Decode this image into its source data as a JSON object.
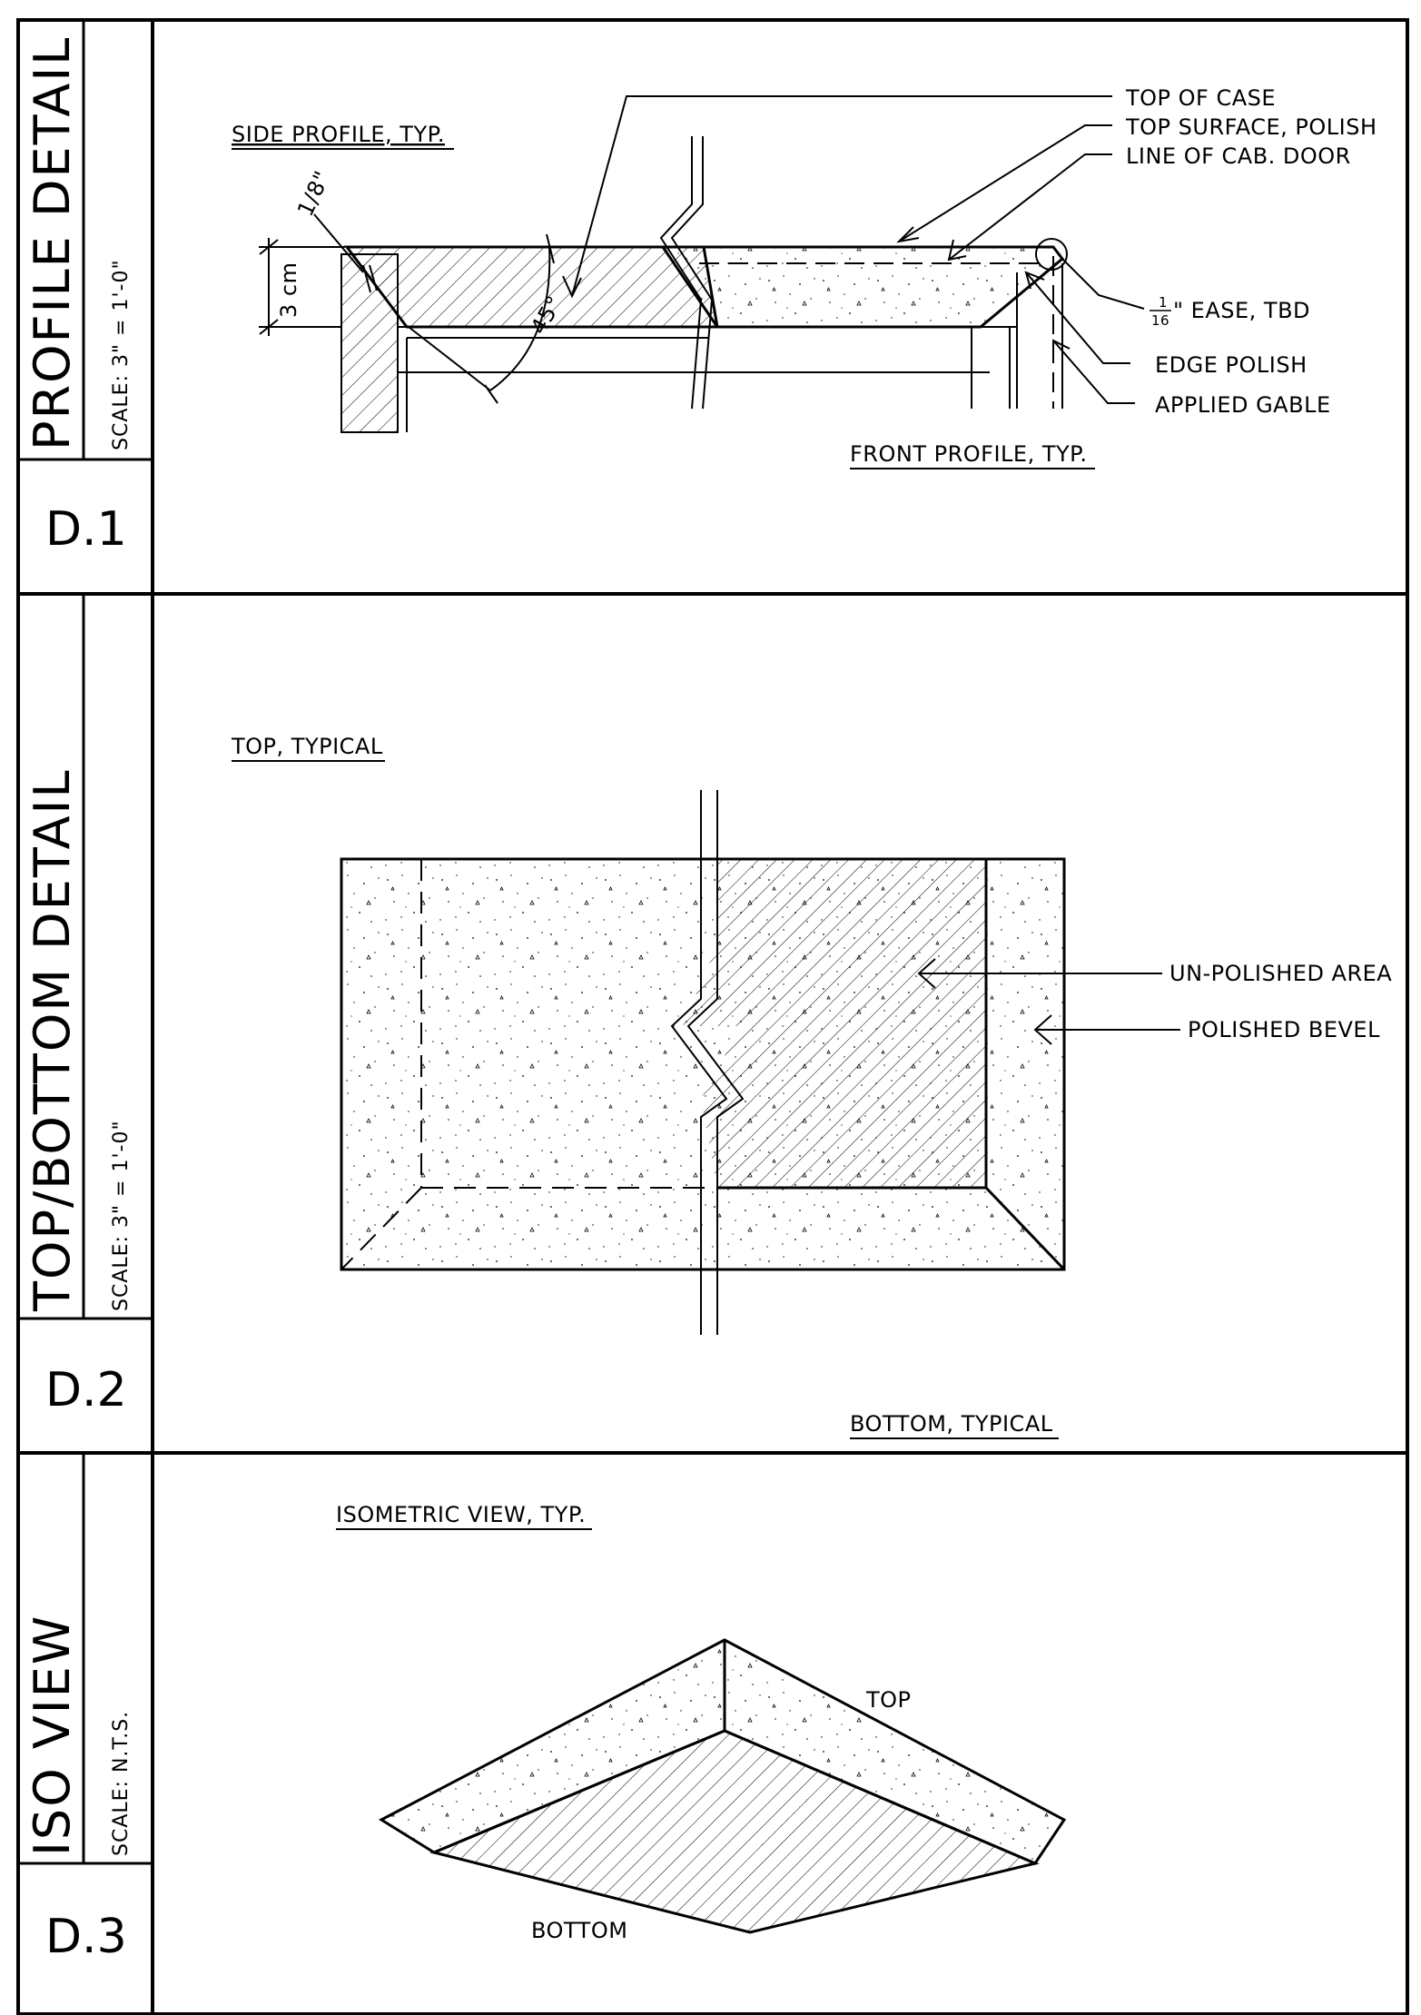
{
  "sheet": {
    "details": [
      {
        "id": "D.1",
        "title": "PROFILE DETAIL",
        "scale": "SCALE: 3\" = 1'-0\"",
        "labels": {
          "side_profile": "SIDE PROFILE, TYP.",
          "front_profile": "FRONT PROFILE, TYP.",
          "top_of_case": "TOP OF CASE",
          "top_surface": "TOP SURFACE, POLISH",
          "line_of_door": "LINE OF CAB. DOOR",
          "ease_num": "1",
          "ease_den": "16",
          "ease_text": "\" EASE, TBD",
          "edge_polish": "EDGE POLISH",
          "applied_gable": "APPLIED GABLE",
          "dim_thickness": "3 cm",
          "dim_eighth": "1/8\"",
          "angle": "45°"
        }
      },
      {
        "id": "D.2",
        "title": "TOP/BOTTOM DETAIL",
        "scale": "SCALE: 3\" = 1'-0\"",
        "labels": {
          "top_typical": "TOP, TYPICAL",
          "bottom_typical": "BOTTOM, TYPICAL",
          "unpolished": "UN-POLISHED AREA",
          "polished_bevel": "POLISHED BEVEL"
        }
      },
      {
        "id": "D.3",
        "title": "ISO VIEW",
        "scale": "SCALE: N.T.S.",
        "labels": {
          "iso_view": "ISOMETRIC VIEW, TYP.",
          "top": "TOP",
          "bottom": "BOTTOM"
        }
      }
    ]
  }
}
